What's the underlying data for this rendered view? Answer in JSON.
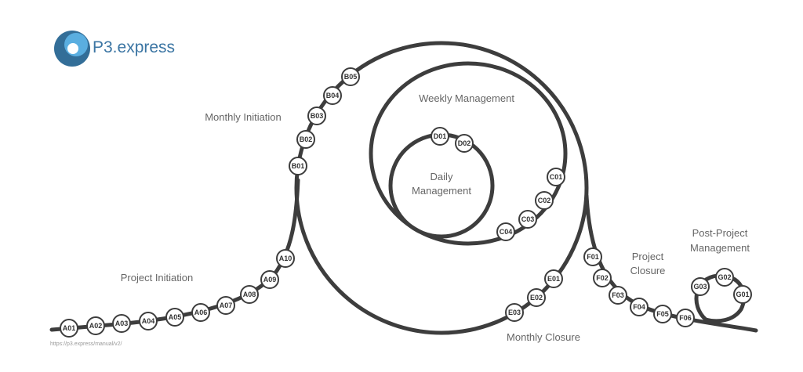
{
  "brand": {
    "name": "P3.express",
    "url": "https://p3.express/manual/v2/"
  },
  "colors": {
    "line": "#3d3d3d",
    "brand": "#3b75a3",
    "logo_dark": "#336e98",
    "logo_light": "#5aaee0",
    "label": "#666666"
  },
  "labels": {
    "monthly_initiation": "Monthly Initiation",
    "weekly_management": "Weekly Management",
    "daily_management_1": "Daily",
    "daily_management_2": "Management",
    "project_initiation": "Project Initiation",
    "monthly_closure": "Monthly Closure",
    "project_closure_1": "Project",
    "project_closure_2": "Closure",
    "post_project_1": "Post-Project",
    "post_project_2": "Management"
  },
  "nodes": [
    "A01",
    "A02",
    "A03",
    "A04",
    "A05",
    "A06",
    "A07",
    "A08",
    "A09",
    "A10",
    "B01",
    "B02",
    "B03",
    "B04",
    "B05",
    "D01",
    "D02",
    "C01",
    "C02",
    "C03",
    "C04",
    "E01",
    "E02",
    "E03",
    "F01",
    "F02",
    "F03",
    "F04",
    "F05",
    "F06",
    "G01",
    "G02",
    "G03"
  ]
}
